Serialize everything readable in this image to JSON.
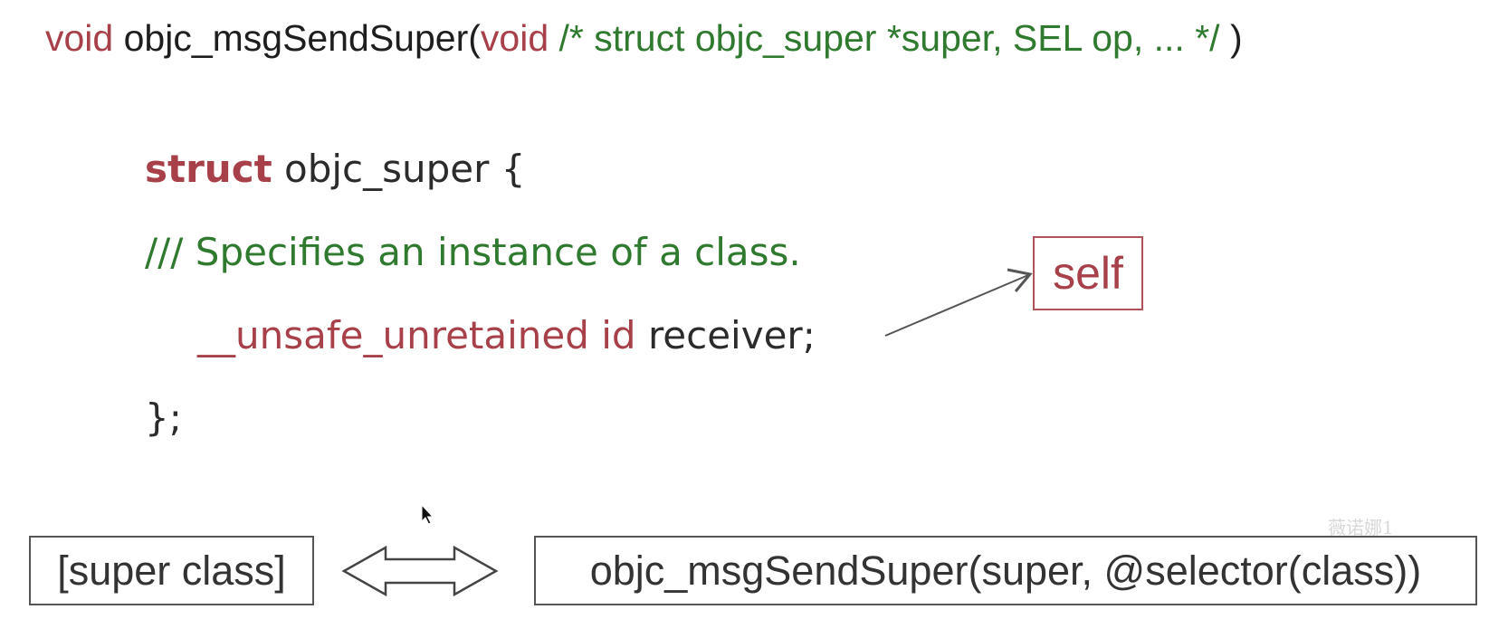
{
  "signature": {
    "ret_type": "void",
    "func_name": " objc_msgSendSuper(",
    "param_type": "void",
    "comment": " /* struct objc_super *super, SEL op, ... */",
    "close": " )"
  },
  "struct_def": {
    "keyword": "struct",
    "name": " objc_super {",
    "doc_comment": "/// Specifies an instance of a class.",
    "qualifier": "__unsafe_unretained id",
    "field": " receiver;",
    "close": "};"
  },
  "self_label": "self",
  "bottom": {
    "left_box": "[super class]",
    "right_box": "objc_msgSendSuper(super, @selector(class))"
  },
  "watermark": "薇诺娜1",
  "colors": {
    "keyword": "#a8404a",
    "comment": "#2f7a2f",
    "text": "#1e1e1e"
  }
}
